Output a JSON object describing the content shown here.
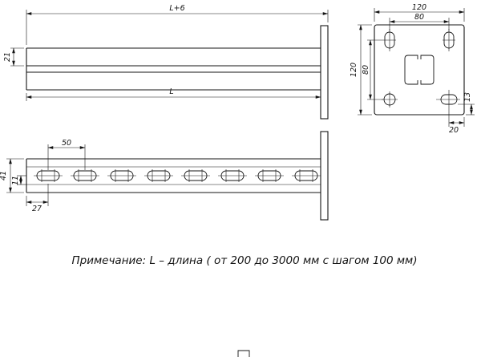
{
  "drawing": {
    "note": "Примечание: L – длина ( от 200 до 3000 мм с шагом 100 мм)",
    "side_view": {
      "dim_total_length": "L+6",
      "dim_channel_height": "21",
      "dim_length": "L"
    },
    "flange_view": {
      "dim_plate_width": "120",
      "dim_bolt_spacing_h": "80",
      "dim_plate_height": "120",
      "dim_bolt_spacing_v": "80",
      "dim_slot_edge_offset": "13",
      "dim_slot_end_offset": "20"
    },
    "top_view": {
      "dim_slot_pitch": "50",
      "dim_strut_width": "41",
      "dim_slot_offset": "11",
      "dim_first_slot_offset": "27"
    }
  }
}
